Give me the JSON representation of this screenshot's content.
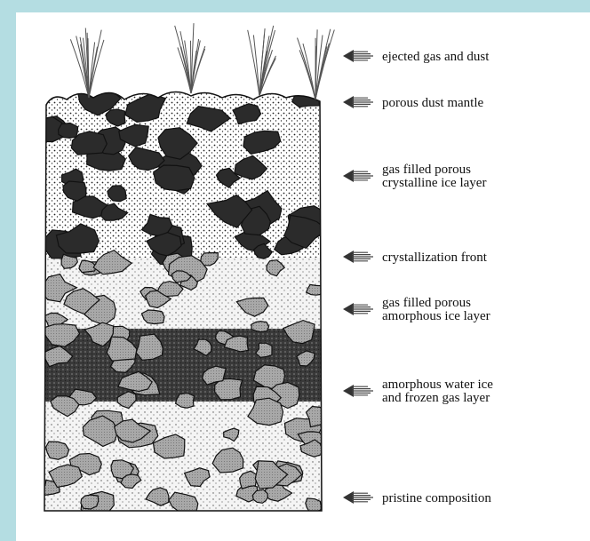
{
  "labels": [
    {
      "id": "ejected",
      "lines": [
        "ejected gas and dust"
      ]
    },
    {
      "id": "mantle",
      "lines": [
        "porous dust mantle"
      ]
    },
    {
      "id": "crystalline",
      "lines": [
        "gas filled porous",
        "crystalline ice layer"
      ]
    },
    {
      "id": "front",
      "lines": [
        "crystallization front"
      ]
    },
    {
      "id": "amorphous",
      "lines": [
        "gas filled porous",
        "amorphous ice layer"
      ]
    },
    {
      "id": "frozen",
      "lines": [
        "amorphous water ice",
        "and frozen gas layer"
      ]
    },
    {
      "id": "pristine",
      "lines": [
        "pristine composition"
      ]
    }
  ],
  "colors": {
    "background": "#b4dde2",
    "panel": "#ffffff",
    "dark_rock": "#2b2b2b",
    "gray_rock": "#9a9a9a",
    "dark_layer": "#3a3a3a",
    "ink": "#111111"
  }
}
